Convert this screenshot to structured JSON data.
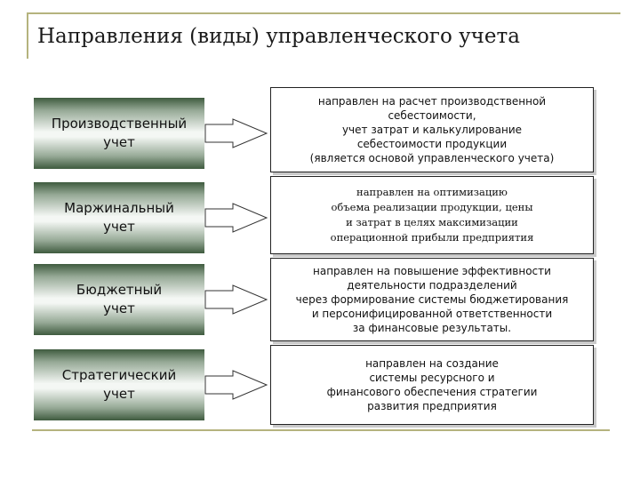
{
  "title": "Направления (виды) управленческого учета",
  "items": [
    {
      "name": "Производственный учет",
      "lines": [
        "Производственный",
        "учет"
      ],
      "desc": [
        "направлен на расчет производственной",
        "себестоимости,",
        "учет затрат и калькулирование",
        "себестоимости продукции",
        "(является основой управленческого учета)"
      ]
    },
    {
      "name": "Маржинальный учет",
      "lines": [
        "Маржинальный",
        "учет"
      ],
      "desc": [
        "направлен на оптимизацию",
        "объема реализации продукции, цены",
        "и затрат в целях максимизации",
        "операционной прибыли предприятия"
      ]
    },
    {
      "name": "Бюджетный учет",
      "lines": [
        "Бюджетный",
        "учет"
      ],
      "desc": [
        "направлен на повышение эффективности",
        "деятельности подразделений",
        "через формирование системы бюджетирования",
        "и персонифицированной ответственности",
        "за финансовые результаты."
      ]
    },
    {
      "name": "Стратегический учет",
      "lines": [
        "Стратегический",
        "учет"
      ],
      "desc": [
        "направлен на создание",
        "системы ресурсного и",
        "финансового обеспечения стратегии",
        "развития предприятия"
      ]
    }
  ]
}
